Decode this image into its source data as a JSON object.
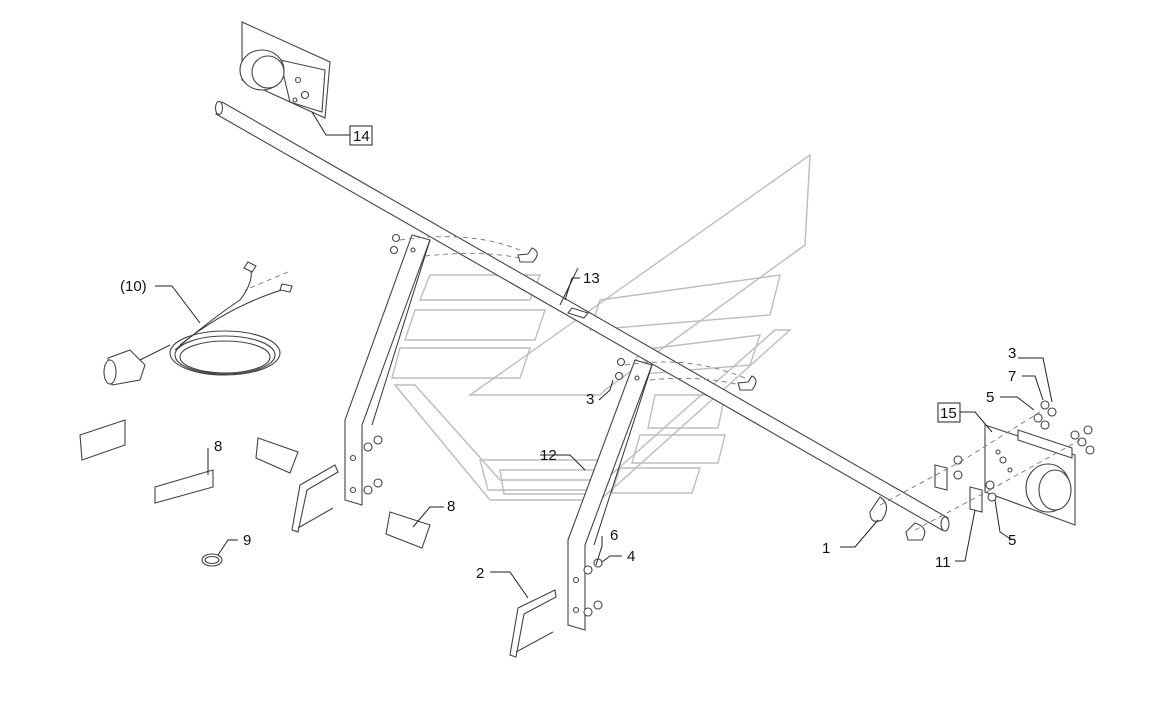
{
  "diagram": {
    "type": "exploded-parts-diagram",
    "callouts": [
      {
        "id": "c1",
        "label": "1"
      },
      {
        "id": "c2",
        "label": "2"
      },
      {
        "id": "c3a",
        "label": "3"
      },
      {
        "id": "c3b",
        "label": "3"
      },
      {
        "id": "c4",
        "label": "4"
      },
      {
        "id": "c5a",
        "label": "5"
      },
      {
        "id": "c5b",
        "label": "5"
      },
      {
        "id": "c6",
        "label": "6"
      },
      {
        "id": "c7",
        "label": "7"
      },
      {
        "id": "c8a",
        "label": "8"
      },
      {
        "id": "c8b",
        "label": "8"
      },
      {
        "id": "c9",
        "label": "9"
      },
      {
        "id": "c10",
        "label": "(10)"
      },
      {
        "id": "c11",
        "label": "11"
      },
      {
        "id": "c12",
        "label": "12"
      },
      {
        "id": "c13",
        "label": "13"
      }
    ],
    "boxed_callouts": [
      {
        "id": "b14",
        "label": "14"
      },
      {
        "id": "b15",
        "label": "15"
      }
    ],
    "colors": {
      "line": "#333333",
      "watermark": "#bdbdbd",
      "background": "#ffffff"
    }
  }
}
